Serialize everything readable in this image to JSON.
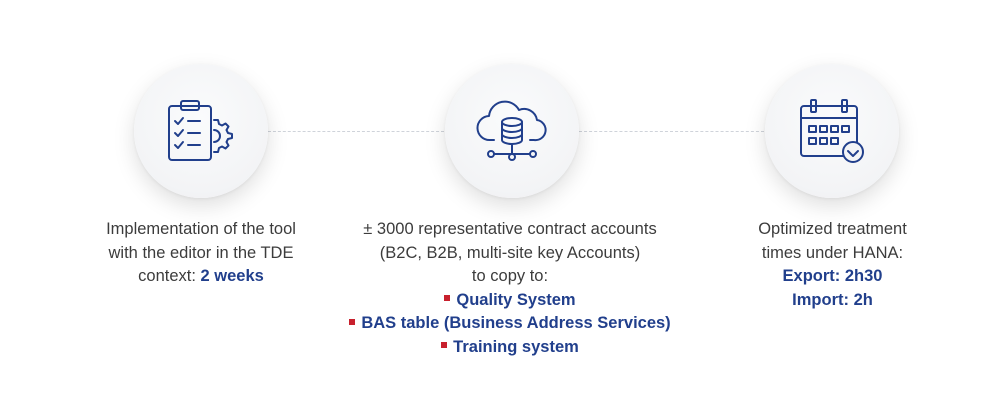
{
  "colors": {
    "accent": "#213f8c",
    "bullet": "#c8202d",
    "text": "#3c3c3c",
    "connector": "#cfd3da"
  },
  "step1": {
    "icon": "clipboard-checklist-gear-icon",
    "line1": "Implementation of the tool",
    "line2": "with the editor in the TDE",
    "line3_prefix": "context:",
    "line3_highlight": "2 weeks"
  },
  "step2": {
    "icon": "cloud-database-icon",
    "line1": "± 3000 representative contract accounts",
    "line2": "(B2C, B2B, multi-site key Accounts)",
    "line3": "to copy to:",
    "targets": [
      "Quality System",
      "BAS table (Business Address Services)",
      "Training system"
    ]
  },
  "step3": {
    "icon": "calendar-check-icon",
    "line1": "Optimized treatment",
    "line2": "times under HANA:",
    "export": "Export: 2h30",
    "import": "Import: 2h"
  }
}
